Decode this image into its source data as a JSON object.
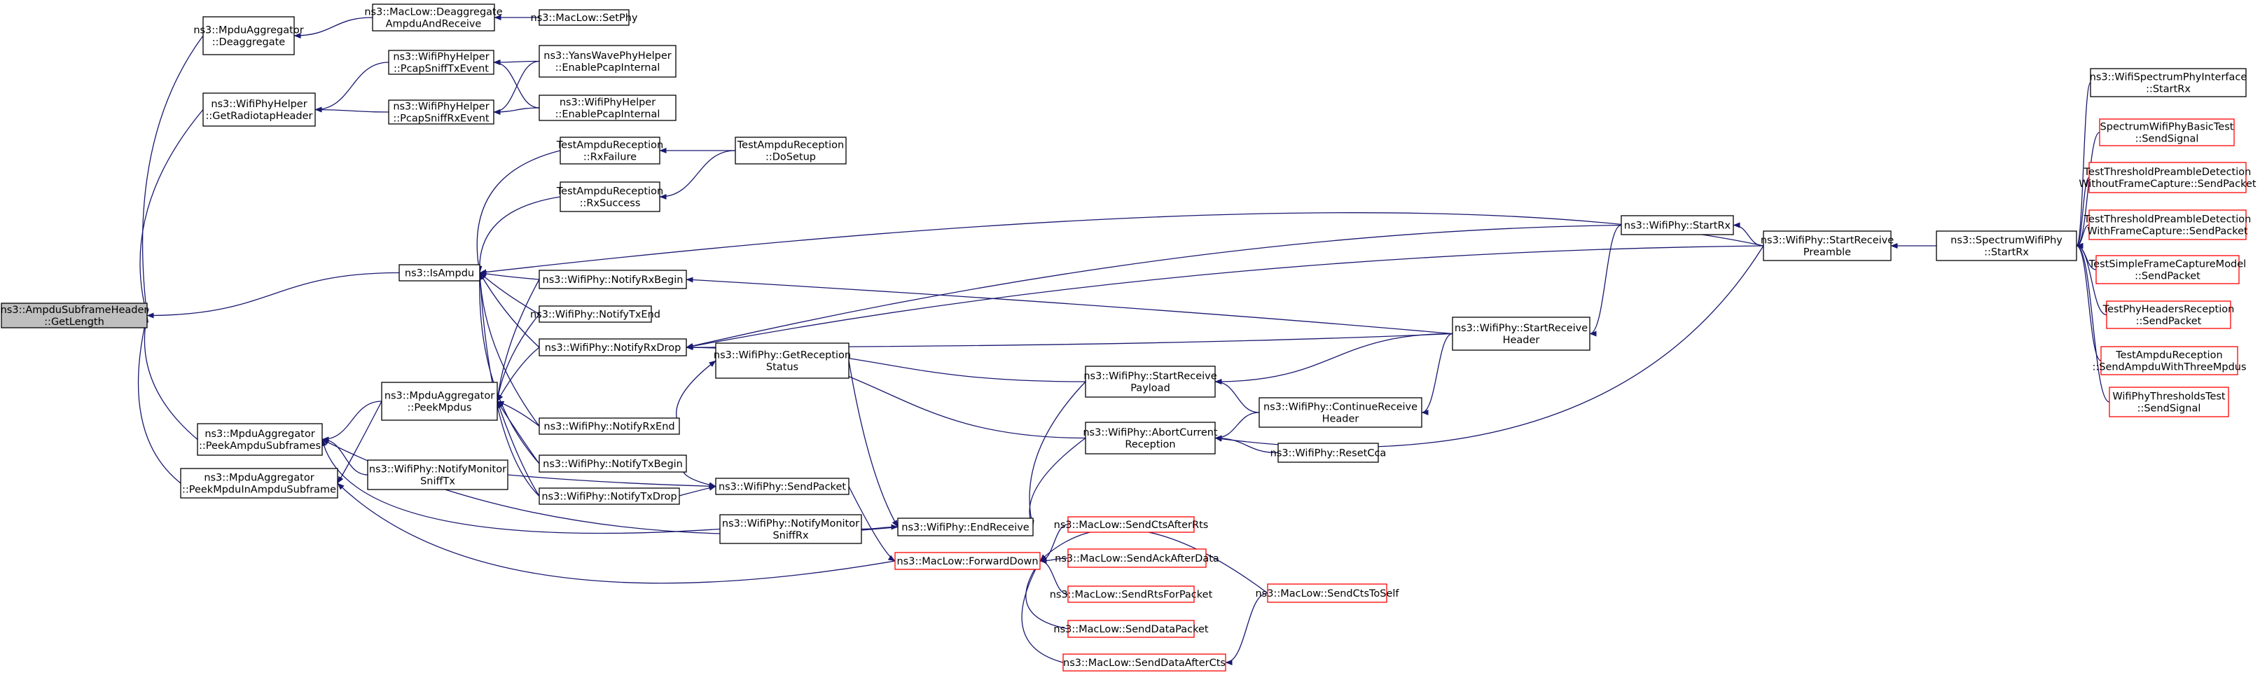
{
  "colors": {
    "edge": "#191970",
    "node_border": "#000000",
    "node_border_truncated": "#ff0000",
    "node_fill": "#ffffff",
    "root_fill": "#bfbfbf",
    "text": "#000000"
  },
  "nodes": [
    {
      "id": "n0",
      "lines": [
        "ns3::AmpduSubframeHeader",
        "::GetLength"
      ],
      "style": "root"
    },
    {
      "id": "n1",
      "lines": [
        "ns3::MpduAggregator",
        "::Deaggregate"
      ],
      "style": "normal"
    },
    {
      "id": "n2",
      "lines": [
        "ns3::MacLow::Deaggregate",
        "AmpduAndReceive"
      ],
      "style": "normal"
    },
    {
      "id": "n3",
      "lines": [
        "ns3::MacLow::SetPhy"
      ],
      "style": "normal"
    },
    {
      "id": "n4",
      "lines": [
        "ns3::WifiPhyHelper",
        "::GetRadiotapHeader"
      ],
      "style": "normal"
    },
    {
      "id": "n5",
      "lines": [
        "ns3::WifiPhyHelper",
        "::PcapSniffTxEvent"
      ],
      "style": "normal"
    },
    {
      "id": "n6",
      "lines": [
        "ns3::WifiPhyHelper",
        "::PcapSniffRxEvent"
      ],
      "style": "normal"
    },
    {
      "id": "n7",
      "lines": [
        "ns3::YansWavePhyHelper",
        "::EnablePcapInternal"
      ],
      "style": "normal"
    },
    {
      "id": "n8",
      "lines": [
        "ns3::WifiPhyHelper",
        "::EnablePcapInternal"
      ],
      "style": "normal"
    },
    {
      "id": "n9",
      "lines": [
        "ns3::IsAmpdu"
      ],
      "style": "normal"
    },
    {
      "id": "n10",
      "lines": [
        "TestAmpduReception",
        "::RxFailure"
      ],
      "style": "normal"
    },
    {
      "id": "n11",
      "lines": [
        "TestAmpduReception",
        "::RxSuccess"
      ],
      "style": "normal"
    },
    {
      "id": "n12",
      "lines": [
        "TestAmpduReception",
        "::DoSetup"
      ],
      "style": "normal"
    },
    {
      "id": "n13",
      "lines": [
        "ns3::WifiPhy::NotifyRxBegin"
      ],
      "style": "normal"
    },
    {
      "id": "n14",
      "lines": [
        "ns3::WifiPhy::NotifyTxEnd"
      ],
      "style": "normal"
    },
    {
      "id": "n15",
      "lines": [
        "ns3::WifiPhy::NotifyRxDrop"
      ],
      "style": "normal"
    },
    {
      "id": "n16",
      "lines": [
        "ns3::WifiPhy::NotifyRxEnd"
      ],
      "style": "normal"
    },
    {
      "id": "n17",
      "lines": [
        "ns3::WifiPhy::NotifyTxBegin"
      ],
      "style": "normal"
    },
    {
      "id": "n18",
      "lines": [
        "ns3::WifiPhy::NotifyTxDrop"
      ],
      "style": "normal"
    },
    {
      "id": "n19",
      "lines": [
        "ns3::MpduAggregator",
        "::PeekMpdus"
      ],
      "style": "normal"
    },
    {
      "id": "n20",
      "lines": [
        "ns3::MpduAggregator",
        "::PeekAmpduSubframes"
      ],
      "style": "normal"
    },
    {
      "id": "n21",
      "lines": [
        "ns3::MpduAggregator",
        "::PeekMpduInAmpduSubframe"
      ],
      "style": "normal"
    },
    {
      "id": "n22",
      "lines": [
        "ns3::WifiPhy::NotifyMonitor",
        "SniffTx"
      ],
      "style": "normal"
    },
    {
      "id": "n23",
      "lines": [
        "ns3::WifiPhy::GetReception",
        "Status"
      ],
      "style": "normal"
    },
    {
      "id": "n24",
      "lines": [
        "ns3::WifiPhy::SendPacket"
      ],
      "style": "normal"
    },
    {
      "id": "n25",
      "lines": [
        "ns3::WifiPhy::NotifyMonitor",
        "SniffRx"
      ],
      "style": "normal"
    },
    {
      "id": "n26",
      "lines": [
        "ns3::WifiPhy::EndReceive"
      ],
      "style": "normal"
    },
    {
      "id": "n27",
      "lines": [
        "ns3::MacLow::ForwardDown"
      ],
      "style": "truncated"
    },
    {
      "id": "n28",
      "lines": [
        "ns3::MacLow::SendCtsAfterRts"
      ],
      "style": "truncated"
    },
    {
      "id": "n29",
      "lines": [
        "ns3::MacLow::SendAckAfterData"
      ],
      "style": "truncated"
    },
    {
      "id": "n30",
      "lines": [
        "ns3::MacLow::SendRtsForPacket"
      ],
      "style": "truncated"
    },
    {
      "id": "n31",
      "lines": [
        "ns3::MacLow::SendDataPacket"
      ],
      "style": "truncated"
    },
    {
      "id": "n32",
      "lines": [
        "ns3::MacLow::SendDataAfterCts"
      ],
      "style": "truncated"
    },
    {
      "id": "n33",
      "lines": [
        "ns3::MacLow::SendCtsToSelf"
      ],
      "style": "truncated"
    },
    {
      "id": "n34",
      "lines": [
        "ns3::WifiPhy::StartReceive",
        "Payload"
      ],
      "style": "normal"
    },
    {
      "id": "n35",
      "lines": [
        "ns3::WifiPhy::AbortCurrent",
        "Reception"
      ],
      "style": "normal"
    },
    {
      "id": "n36",
      "lines": [
        "ns3::WifiPhy::ContinueReceive",
        "Header"
      ],
      "style": "normal"
    },
    {
      "id": "n37",
      "lines": [
        "ns3::WifiPhy::ResetCca"
      ],
      "style": "normal"
    },
    {
      "id": "n38",
      "lines": [
        "ns3::WifiPhy::StartRx"
      ],
      "style": "normal"
    },
    {
      "id": "n39",
      "lines": [
        "ns3::WifiPhy::StartReceive",
        "Header"
      ],
      "style": "normal"
    },
    {
      "id": "n40",
      "lines": [
        "ns3::WifiPhy::StartReceive",
        "Preamble"
      ],
      "style": "normal"
    },
    {
      "id": "n41",
      "lines": [
        "ns3::SpectrumWifiPhy",
        "::StartRx"
      ],
      "style": "normal"
    },
    {
      "id": "n42",
      "lines": [
        "ns3::WifiSpectrumPhyInterface",
        "::StartRx"
      ],
      "style": "normal"
    },
    {
      "id": "n43",
      "lines": [
        "SpectrumWifiPhyBasicTest",
        "::SendSignal"
      ],
      "style": "truncated"
    },
    {
      "id": "n44",
      "lines": [
        "TestThresholdPreambleDetection",
        "WithoutFrameCapture::SendPacket"
      ],
      "style": "truncated"
    },
    {
      "id": "n45",
      "lines": [
        "TestThresholdPreambleDetection",
        "WithFrameCapture::SendPacket"
      ],
      "style": "truncated"
    },
    {
      "id": "n46",
      "lines": [
        "TestSimpleFrameCaptureModel",
        "::SendPacket"
      ],
      "style": "truncated"
    },
    {
      "id": "n47",
      "lines": [
        "TestPhyHeadersReception",
        "::SendPacket"
      ],
      "style": "truncated"
    },
    {
      "id": "n48",
      "lines": [
        "TestAmpduReception",
        "::SendAmpduWithThreeMpdus"
      ],
      "style": "truncated"
    },
    {
      "id": "n49",
      "lines": [
        "WifiPhyThresholdsTest",
        "::SendSignal"
      ],
      "style": "truncated"
    }
  ],
  "edges": [
    [
      "n1",
      "n0"
    ],
    [
      "n4",
      "n0"
    ],
    [
      "n9",
      "n0"
    ],
    [
      "n20",
      "n0"
    ],
    [
      "n21",
      "n0"
    ],
    [
      "n2",
      "n1"
    ],
    [
      "n3",
      "n2"
    ],
    [
      "n5",
      "n4"
    ],
    [
      "n6",
      "n4"
    ],
    [
      "n7",
      "n5"
    ],
    [
      "n8",
      "n5"
    ],
    [
      "n7",
      "n6"
    ],
    [
      "n8",
      "n6"
    ],
    [
      "n10",
      "n9"
    ],
    [
      "n11",
      "n9"
    ],
    [
      "n13",
      "n9"
    ],
    [
      "n14",
      "n9"
    ],
    [
      "n15",
      "n9"
    ],
    [
      "n16",
      "n9"
    ],
    [
      "n17",
      "n9"
    ],
    [
      "n18",
      "n9"
    ],
    [
      "n40",
      "n9"
    ],
    [
      "n12",
      "n10"
    ],
    [
      "n12",
      "n11"
    ],
    [
      "n13",
      "n19"
    ],
    [
      "n14",
      "n19"
    ],
    [
      "n15",
      "n19"
    ],
    [
      "n16",
      "n19"
    ],
    [
      "n17",
      "n19"
    ],
    [
      "n18",
      "n19"
    ],
    [
      "n19",
      "n20"
    ],
    [
      "n22",
      "n20"
    ],
    [
      "n25",
      "n20"
    ],
    [
      "n26",
      "n20"
    ],
    [
      "n19",
      "n21"
    ],
    [
      "n27",
      "n21"
    ],
    [
      "n22",
      "n24"
    ],
    [
      "n23",
      "n26"
    ],
    [
      "n24",
      "n27"
    ],
    [
      "n25",
      "n26"
    ],
    [
      "n28",
      "n27"
    ],
    [
      "n29",
      "n27"
    ],
    [
      "n30",
      "n27"
    ],
    [
      "n31",
      "n27"
    ],
    [
      "n32",
      "n27"
    ],
    [
      "n33",
      "n27"
    ],
    [
      "n33",
      "n32"
    ],
    [
      "n39",
      "n13"
    ],
    [
      "n34",
      "n15"
    ],
    [
      "n35",
      "n15"
    ],
    [
      "n38",
      "n15"
    ],
    [
      "n39",
      "n15"
    ],
    [
      "n40",
      "n15"
    ],
    [
      "n16",
      "n23"
    ],
    [
      "n17",
      "n24"
    ],
    [
      "n18",
      "n24"
    ],
    [
      "n34",
      "n26"
    ],
    [
      "n35",
      "n26"
    ],
    [
      "n37",
      "n35"
    ],
    [
      "n40",
      "n35"
    ],
    [
      "n36",
      "n34"
    ],
    [
      "n39",
      "n34"
    ],
    [
      "n36",
      "n35"
    ],
    [
      "n39",
      "n36"
    ],
    [
      "n38",
      "n39"
    ],
    [
      "n40",
      "n38"
    ],
    [
      "n41",
      "n40"
    ],
    [
      "n42",
      "n41"
    ],
    [
      "n43",
      "n41"
    ],
    [
      "n44",
      "n41"
    ],
    [
      "n45",
      "n41"
    ],
    [
      "n46",
      "n41"
    ],
    [
      "n47",
      "n41"
    ],
    [
      "n48",
      "n41"
    ],
    [
      "n49",
      "n41"
    ]
  ]
}
